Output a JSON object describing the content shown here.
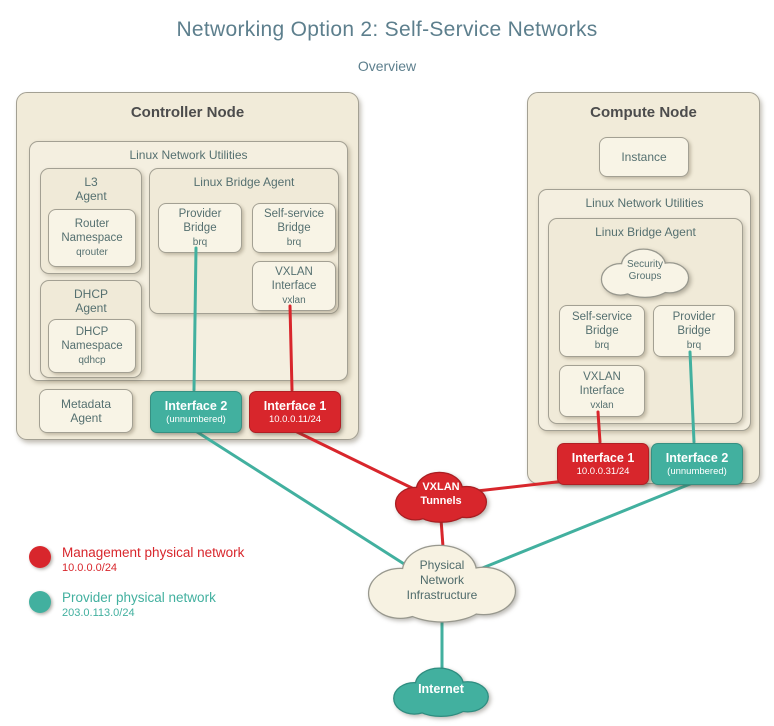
{
  "title": "Networking Option 2: Self-Service Networks",
  "subtitle": "Overview",
  "colors": {
    "management_red": "#d8262c",
    "provider_teal": "#42b09f"
  },
  "controller": {
    "title": "Controller Node",
    "linux_network_utilities": {
      "label": "Linux Network Utilities",
      "l3_agent": {
        "label": "L3\nAgent",
        "router_namespace": {
          "label": "Router\nNamespace",
          "sub": "qrouter"
        }
      },
      "linux_bridge_agent": {
        "label": "Linux Bridge Agent",
        "provider_bridge": {
          "label": "Provider\nBridge",
          "sub": "brq"
        },
        "self_service_bridge": {
          "label": "Self-service\nBridge",
          "sub": "brq"
        },
        "vxlan_interface": {
          "label": "VXLAN\nInterface",
          "sub": "vxlan"
        }
      },
      "dhcp_agent": {
        "label": "DHCP\nAgent",
        "dhcp_namespace": {
          "label": "DHCP\nNamespace",
          "sub": "qdhcp"
        }
      }
    },
    "metadata_agent": {
      "label": "Metadata\nAgent"
    },
    "interface2": {
      "label": "Interface 2",
      "sub": "(unnumbered)"
    },
    "interface1": {
      "label": "Interface 1",
      "sub": "10.0.0.11/24"
    }
  },
  "compute": {
    "title": "Compute Node",
    "instance": {
      "label": "Instance"
    },
    "linux_network_utilities": {
      "label": "Linux Network Utilities",
      "linux_bridge_agent": {
        "label": "Linux Bridge Agent",
        "security_groups": {
          "label": "Security\nGroups"
        },
        "self_service_bridge": {
          "label": "Self-service\nBridge",
          "sub": "brq"
        },
        "provider_bridge": {
          "label": "Provider\nBridge",
          "sub": "brq"
        },
        "vxlan_interface": {
          "label": "VXLAN\nInterface",
          "sub": "vxlan"
        }
      }
    },
    "interface1": {
      "label": "Interface 1",
      "sub": "10.0.0.31/24"
    },
    "interface2": {
      "label": "Interface 2",
      "sub": "(unnumbered)"
    }
  },
  "clouds": {
    "vxlan_tunnels": {
      "label": "VXLAN\nTunnels"
    },
    "physical_network": {
      "label": "Physical\nNetwork\nInfrastructure"
    },
    "internet": {
      "label": "Internet"
    }
  },
  "legend": {
    "management": {
      "label": "Management physical network",
      "sub": "10.0.0.0/24"
    },
    "provider": {
      "label": "Provider physical network",
      "sub": "203.0.113.0/24"
    }
  }
}
